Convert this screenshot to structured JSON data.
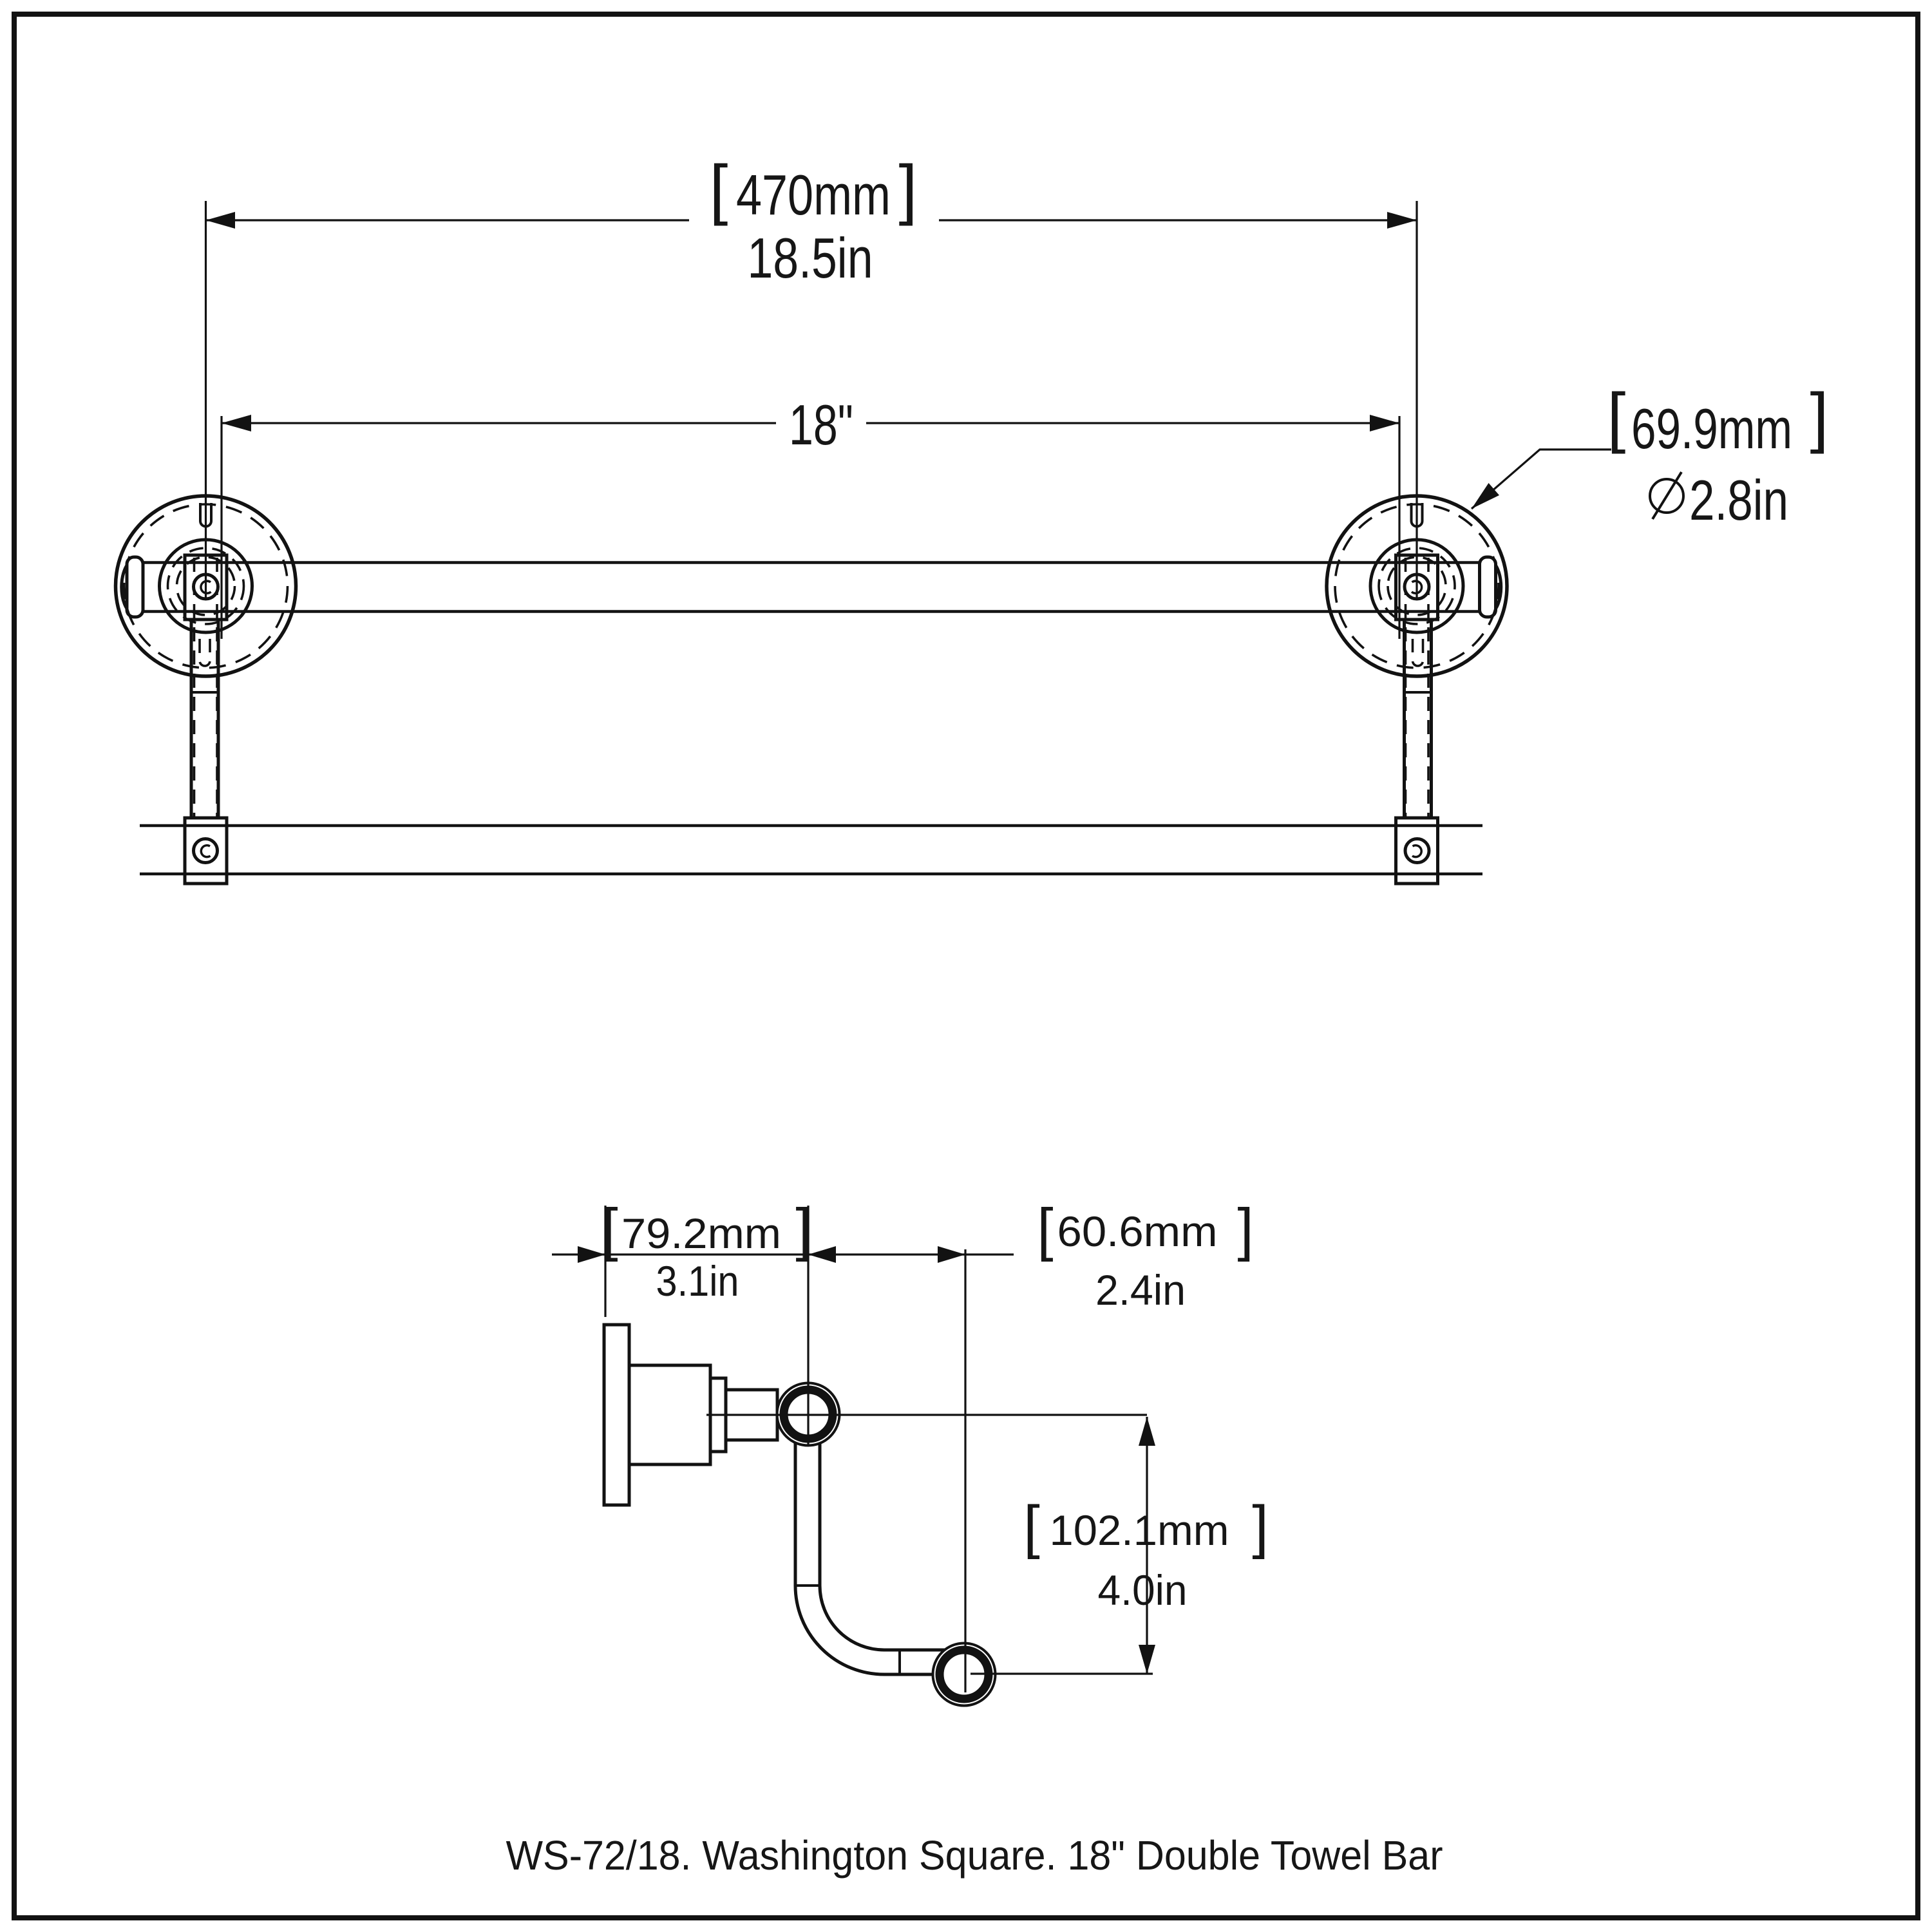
{
  "caption": "WS-72/18. Washington Square. 18\" Double Towel Bar",
  "colors": {
    "ink": "#121212",
    "background": "#ffffff"
  },
  "top_view": {
    "overall_width": {
      "bracket_open": "[",
      "metric": "470mm",
      "bracket_close": "]",
      "imperial": "18.5in"
    },
    "center_to_center": {
      "label": "18\""
    },
    "flange_diameter": {
      "bracket_open": "[",
      "metric": "69.9mm",
      "bracket_close": "]",
      "diameter_symbol": "Ø",
      "imperial": "2.8in"
    }
  },
  "side_view": {
    "wall_to_bar_center": {
      "bracket_open": "[",
      "metric": "79.2mm",
      "bracket_close": "]",
      "imperial": "3.1in"
    },
    "bar_to_bar_offset": {
      "bracket_open": "[",
      "metric": "60.6mm",
      "bracket_close": "]",
      "imperial": "2.4in"
    },
    "bar_drop_height": {
      "bracket_open": "[",
      "metric": "102.1mm",
      "bracket_close": "]",
      "imperial": "4.0in"
    }
  }
}
